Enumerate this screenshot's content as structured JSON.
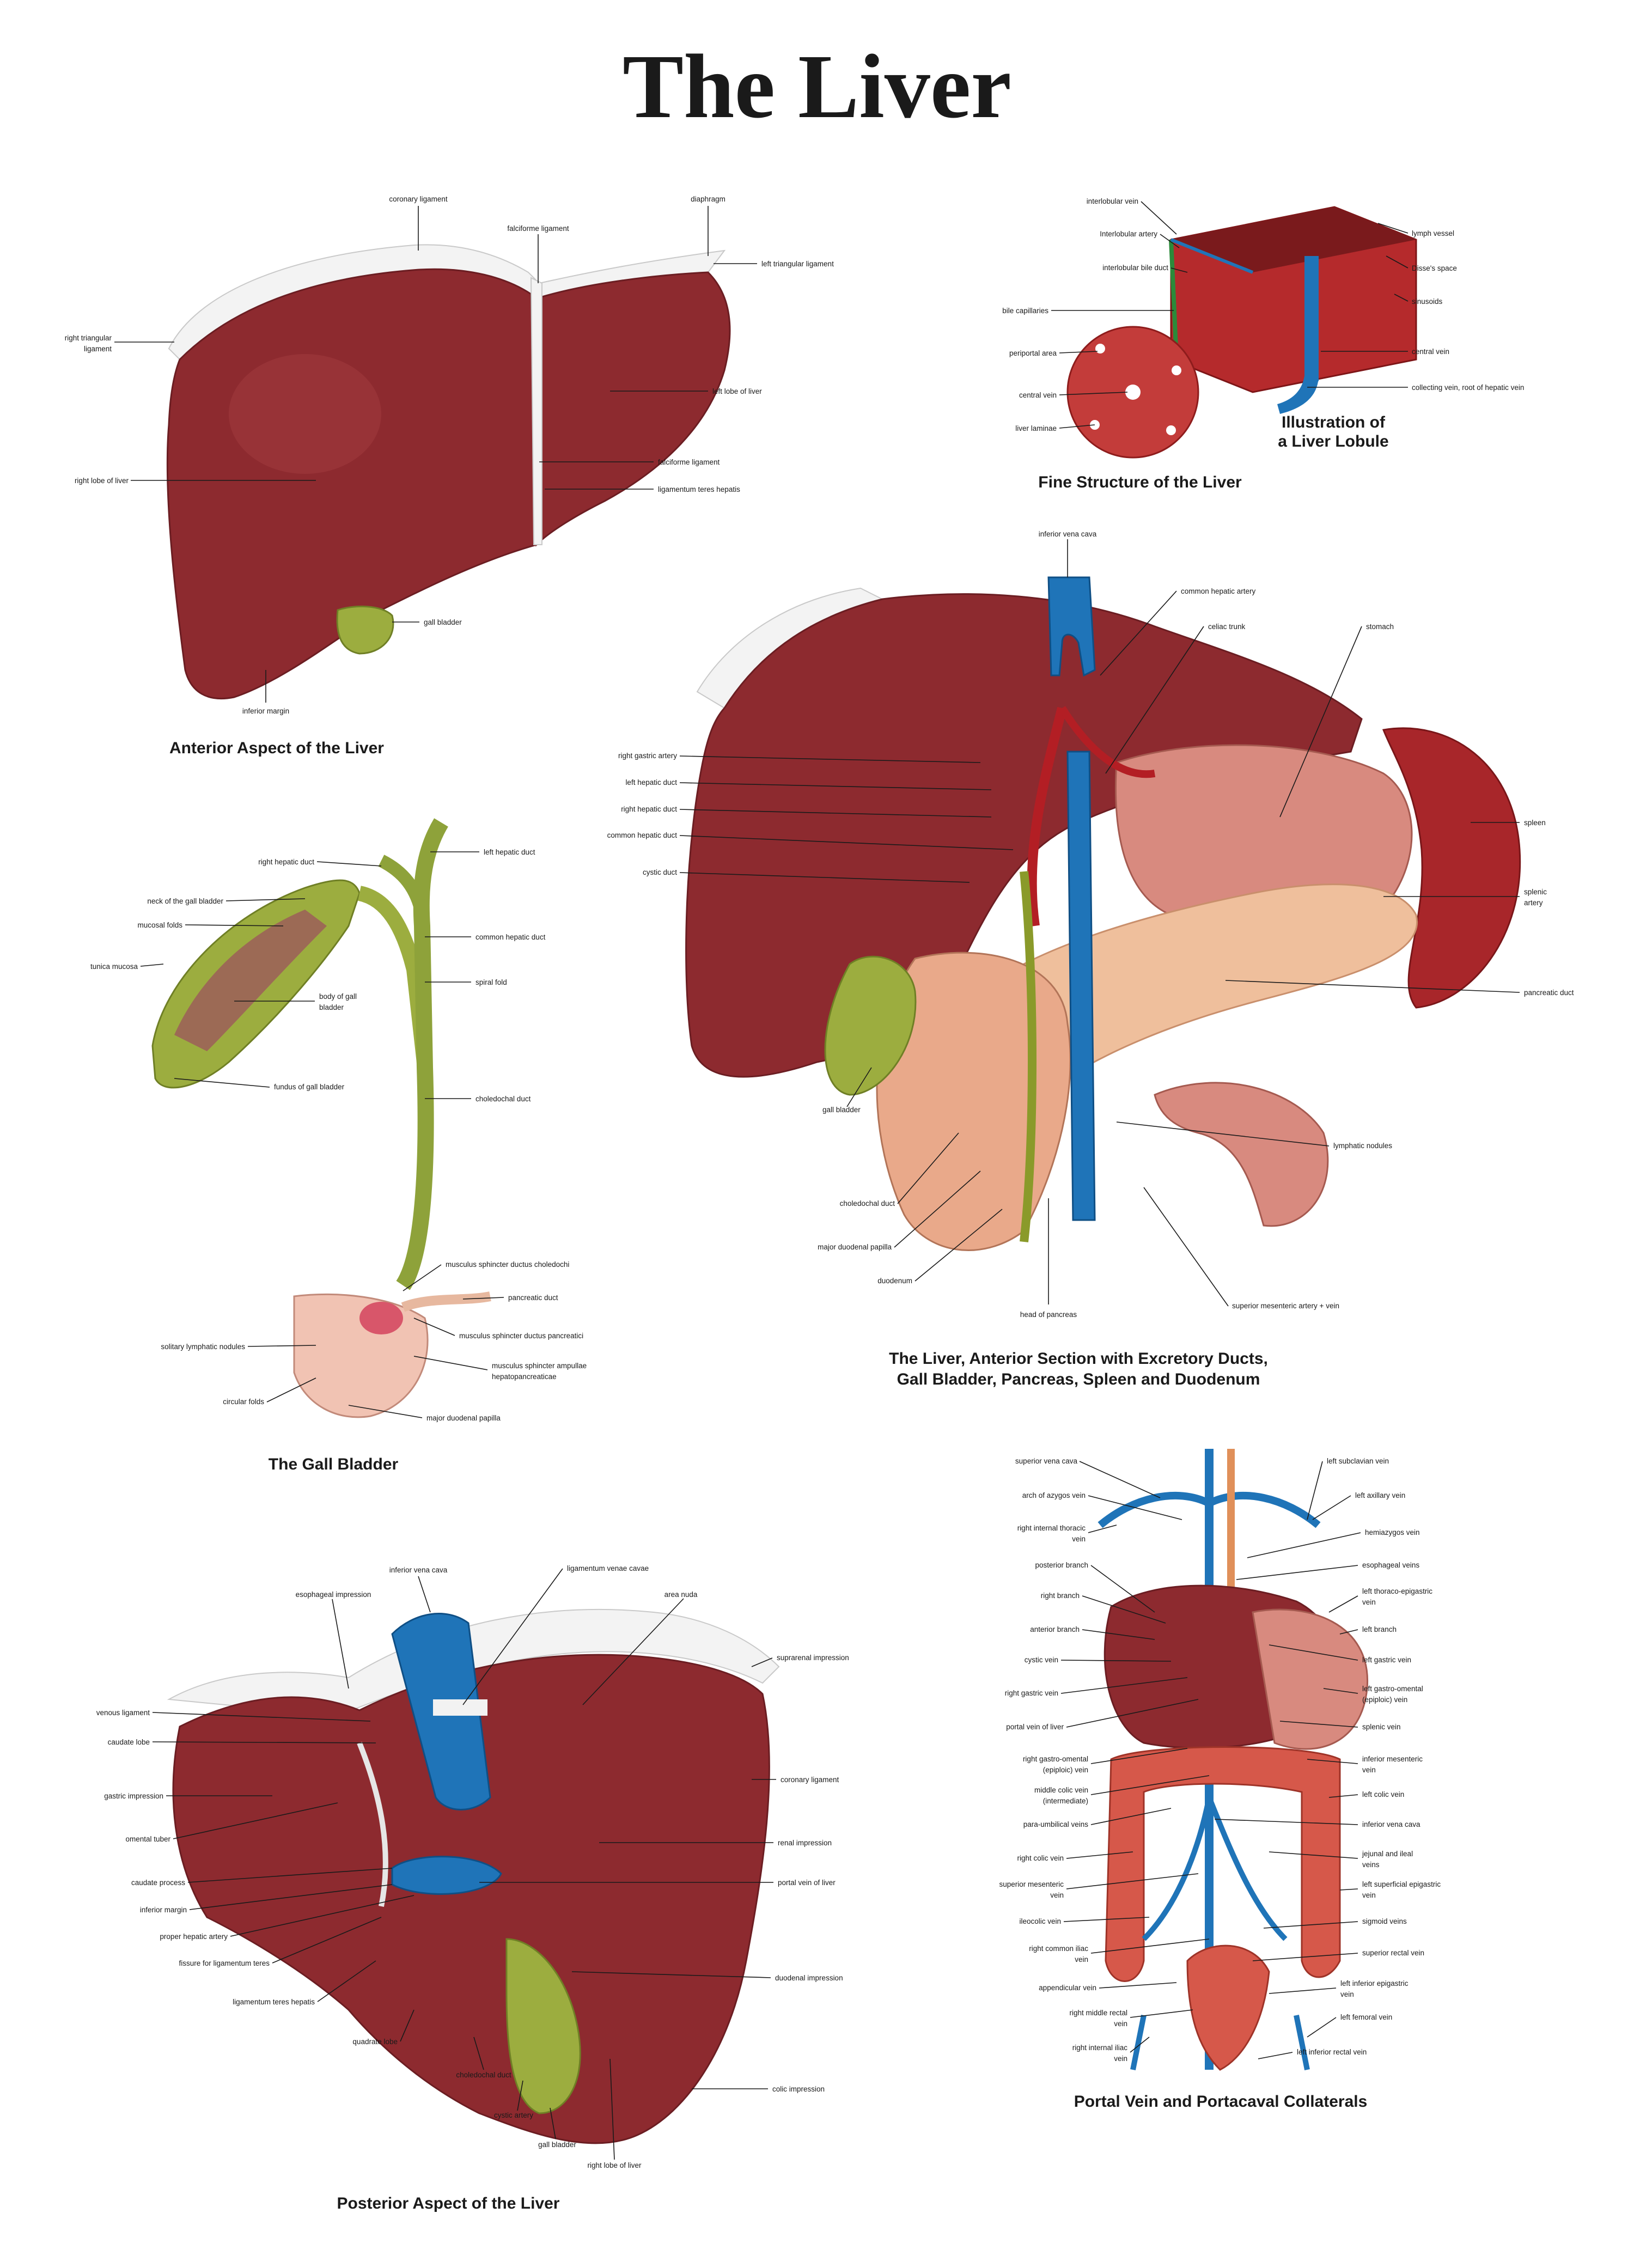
{
  "title": "The Liver",
  "panels": {
    "anterior": {
      "caption": "Anterior Aspect of the Liver",
      "labels": {
        "coronary_ligament": "coronary ligament",
        "diaphragm": "diaphragm",
        "falciforme_ligament_top": "falciforme ligament",
        "left_triangular_ligament": "left triangular ligament",
        "right_triangular_1": "right triangular",
        "right_triangular_2": "ligament",
        "left_lobe": "left lobe of liver",
        "right_lobe": "right lobe of liver",
        "falciforme_ligament": "falciforme ligament",
        "ligamentum_teres": "ligamentum teres hepatis",
        "gall_bladder": "gall bladder",
        "inferior_margin": "inferior margin"
      }
    },
    "fine": {
      "caption": "Fine Structure of the Liver",
      "subcaption_1": "Illustration of",
      "subcaption_2": "a Liver Lobule",
      "labels": {
        "interlobular_vein": "interlobular vein",
        "interlobular_artery": "Interlobular artery",
        "interlobular_bile_duct": "interlobular bile duct",
        "bile_capillaries": "bile capillaries",
        "periportal_area": "periportal area",
        "central_vein_left": "central vein",
        "liver_laminae": "liver laminae",
        "lymph_vessel": "lymph vessel",
        "disses_space": "Disse's space",
        "sinusoids": "sinusoids",
        "central_vein_right": "central vein",
        "collecting_vein": "collecting vein, root of hepatic vein"
      }
    },
    "section": {
      "caption_1": "The Liver, Anterior Section with Excretory Ducts,",
      "caption_2": "Gall Bladder, Pancreas, Spleen and Duodenum",
      "labels": {
        "inferior_vena_cava": "inferior vena cava",
        "common_hepatic_artery": "common hepatic artery",
        "celiac_trunk": "celiac trunk",
        "stomach": "stomach",
        "right_gastric_artery": "right gastric artery",
        "left_hepatic_duct": "left hepatic duct",
        "right_hepatic_duct": "right hepatic duct",
        "common_hepatic_duct": "common hepatic duct",
        "cystic_duct": "cystic duct",
        "spleen": "spleen",
        "splenic_artery_1": "splenic",
        "splenic_artery_2": "artery",
        "pancreatic_duct": "pancreatic duct",
        "gall_bladder": "gall bladder",
        "lymphatic_nodules": "lymphatic nodules",
        "choledochal_duct": "choledochal duct",
        "major_duodenal_papilla": "major duodenal papilla",
        "duodenum": "duodenum",
        "head_of_pancreas": "head of pancreas",
        "sup_mesenteric": "superior mesenteric artery + vein"
      }
    },
    "gall": {
      "caption": "The Gall Bladder",
      "labels": {
        "right_hepatic_duct": "right hepatic duct",
        "left_hepatic_duct": "left hepatic duct",
        "neck": "neck of the gall bladder",
        "mucosal_folds": "mucosal folds",
        "common_hepatic_duct": "common hepatic duct",
        "tunica_mucosa": "tunica mucosa",
        "spiral_fold": "spiral fold",
        "body_1": "body of gall",
        "body_2": "bladder",
        "fundus": "fundus of gall bladder",
        "choledochal_duct": "choledochal duct",
        "sphincter_choledochi": "musculus sphincter ductus choledochi",
        "pancreatic_duct": "pancreatic duct",
        "sphincter_pancreatici": "musculus sphincter ductus pancreatici",
        "solitary_nodules": "solitary lymphatic nodules",
        "sphincter_ampullae_1": "musculus sphincter ampullae",
        "sphincter_ampullae_2": "hepatopancreaticae",
        "circular_folds": "circular folds",
        "major_papilla": "major duodenal papilla"
      }
    },
    "posterior": {
      "caption": "Posterior Aspect of the Liver",
      "labels": {
        "inferior_vena_cava": "inferior vena cava",
        "ligamentum_venae_cavae": "ligamentum venae cavae",
        "esophageal_impression": "esophageal impression",
        "area_nuda": "area nuda",
        "suprarenal_impression": "suprarenal impression",
        "venous_ligament": "venous ligament",
        "caudate_lobe": "caudate lobe",
        "coronary_ligament": "coronary ligament",
        "gastric_impression": "gastric impression",
        "omental_tuber": "omental tuber",
        "renal_impression": "renal impression",
        "caudate_process": "caudate process",
        "portal_vein": "portal vein of liver",
        "inferior_margin": "inferior margin",
        "proper_hepatic_artery": "proper hepatic artery",
        "fissure_teres": "fissure for ligamentum teres",
        "duodenal_impression": "duodenal impression",
        "ligamentum_teres": "ligamentum teres hepatis",
        "quadrate_lobe": "quadrate lobe",
        "choledochal_duct": "choledochal duct",
        "colic_impression": "colic impression",
        "cystic_artery": "cystic artery",
        "gall_bladder": "gall bladder",
        "right_lobe": "right lobe of liver"
      }
    },
    "portal": {
      "caption": "Portal Vein and Portacaval Collaterals",
      "labels": {
        "superior_vena_cava": "superior vena cava",
        "left_subclavian": "left subclavian vein",
        "arch_azygos": "arch of azygos vein",
        "left_axillary": "left axillary vein",
        "right_int_thoracic_1": "right internal thoracic",
        "right_int_thoracic_2": "vein",
        "hemiazygos": "hemiazygos vein",
        "posterior_branch": "posterior branch",
        "esophageal_veins": "esophageal veins",
        "right_branch": "right branch",
        "left_thoraco_1": "left thoraco-epigastric",
        "left_thoraco_2": "vein",
        "anterior_branch": "anterior branch",
        "left_branch": "left branch",
        "cystic_vein": "cystic vein",
        "left_gastric": "left gastric vein",
        "right_gastric": "right gastric vein",
        "left_gastro_omental_1": "left gastro-omental",
        "left_gastro_omental_2": "(epiploic) vein",
        "portal_vein": "portal vein of liver",
        "splenic_vein": "splenic vein",
        "right_gastro_omental_1": "right gastro-omental",
        "right_gastro_omental_2": "(epiploic) vein",
        "inferior_mesenteric_1": "inferior mesenteric",
        "inferior_mesenteric_2": "vein",
        "middle_colic_1": "middle colic vein",
        "middle_colic_2": "(intermediate)",
        "left_colic": "left colic vein",
        "para_umbilical": "para-umbilical veins",
        "inferior_vena_cava": "inferior vena cava",
        "right_colic": "right colic vein",
        "jejunal_1": "jejunal and ileal",
        "jejunal_2": "veins",
        "sup_mesenteric_1": "superior mesenteric",
        "sup_mesenteric_2": "vein",
        "left_sup_epigastric_1": "left superficial epigastric",
        "left_sup_epigastric_2": "vein",
        "ileocolic": "ileocolic vein",
        "sigmoid": "sigmoid veins",
        "right_common_iliac_1": "right common iliac",
        "right_common_iliac_2": "vein",
        "superior_rectal": "superior rectal vein",
        "appendicular": "appendicular vein",
        "left_inf_epigastric_1": "left inferior epigastric",
        "left_inf_epigastric_2": "vein",
        "right_middle_rectal_1": "right middle rectal",
        "right_middle_rectal_2": "vein",
        "left_femoral": "left femoral vein",
        "right_internal_iliac_1": "right internal iliac",
        "right_internal_iliac_2": "vein",
        "left_inferior_rectal": "left inferior rectal vein"
      }
    }
  }
}
